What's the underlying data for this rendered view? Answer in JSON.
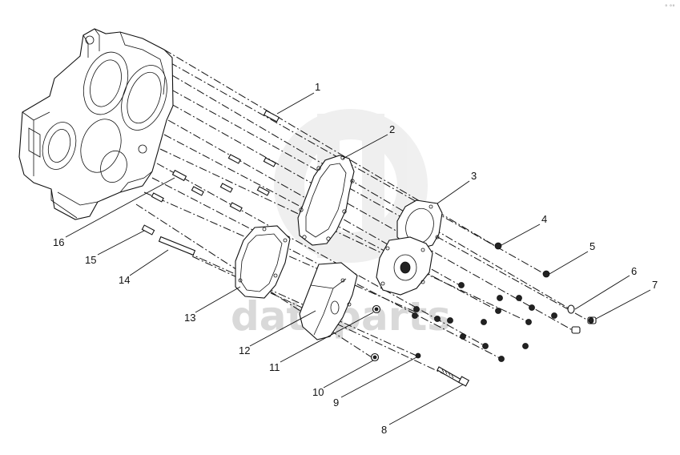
{
  "diagram": {
    "watermark": "dataparts",
    "corner_mark": "° °°",
    "callouts": [
      {
        "id": "1",
        "label": "1"
      },
      {
        "id": "2",
        "label": "2"
      },
      {
        "id": "3",
        "label": "3"
      },
      {
        "id": "4",
        "label": "4"
      },
      {
        "id": "5",
        "label": "5"
      },
      {
        "id": "6",
        "label": "6"
      },
      {
        "id": "7",
        "label": "7"
      },
      {
        "id": "8",
        "label": "8"
      },
      {
        "id": "9",
        "label": "9"
      },
      {
        "id": "10",
        "label": "10"
      },
      {
        "id": "11",
        "label": "11"
      },
      {
        "id": "12",
        "label": "12"
      },
      {
        "id": "13",
        "label": "13"
      },
      {
        "id": "14",
        "label": "14"
      },
      {
        "id": "15",
        "label": "15"
      },
      {
        "id": "16",
        "label": "16"
      }
    ]
  }
}
